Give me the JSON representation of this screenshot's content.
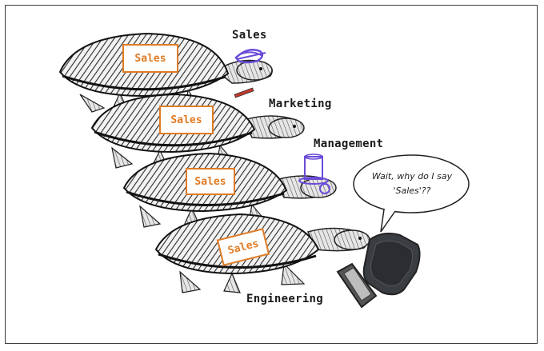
{
  "labels": {
    "sales": "Sales",
    "marketing": "Marketing",
    "management": "Management",
    "engineering": "Engineering"
  },
  "badges": [
    "Sales",
    "Sales",
    "Sales",
    "Sales"
  ],
  "speech_bubble": {
    "line1": "Wait, why do I say",
    "line2": "'Sales'??"
  },
  "colors": {
    "badge": "#e07b24",
    "hat": "#6a4bd8",
    "ink": "#1a1a1a",
    "shell": "#3b3b3b"
  },
  "icons": [
    "turtle-illustration",
    "top-hat-icon",
    "monocle-icon",
    "laptop-icon",
    "speech-bubble"
  ]
}
